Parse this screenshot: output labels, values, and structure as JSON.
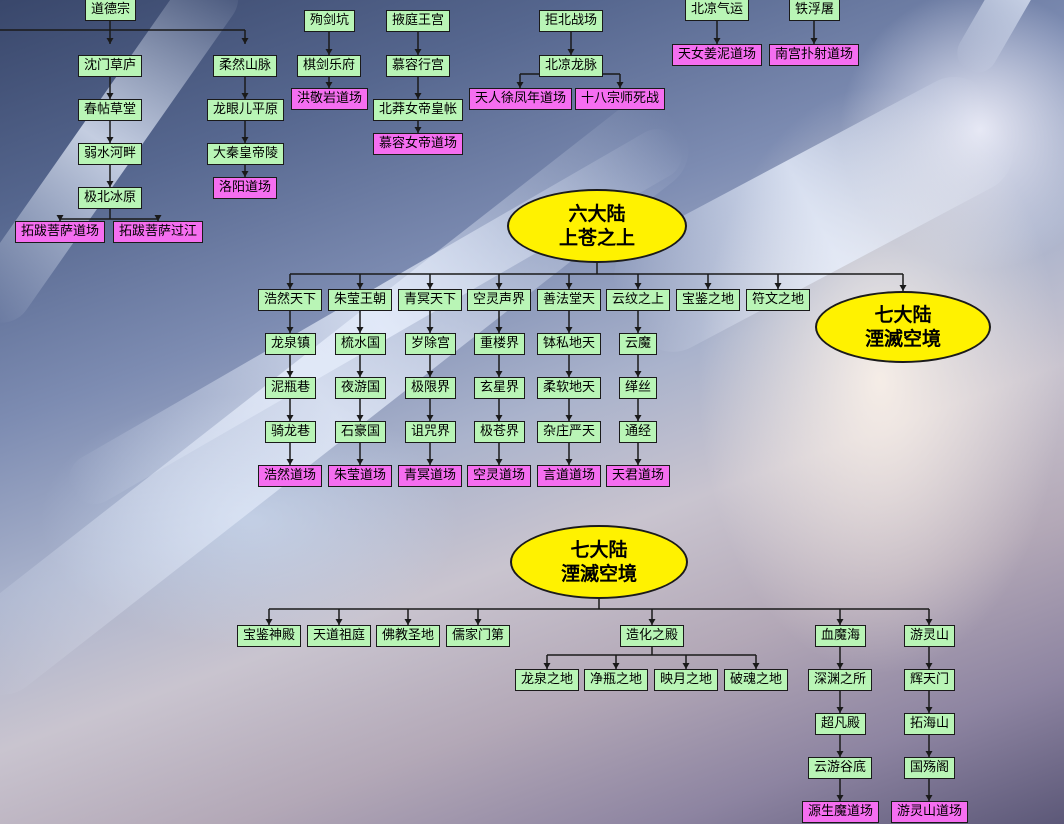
{
  "colors": {
    "node_fill": "#b9f5b6",
    "leaf_fill": "#f56ef0",
    "ellipse_fill": "#fff200",
    "line": "#1a1a1a"
  },
  "ellipses": [
    {
      "id": "e6",
      "line1": "六大陆",
      "line2": "上苍之上"
    },
    {
      "id": "e7a",
      "line1": "七大陆",
      "line2": "湮滅空境"
    },
    {
      "id": "e7b",
      "line1": "七大陆",
      "line2": "湮滅空境"
    }
  ],
  "top": {
    "daodezong": "道德宗",
    "col1": [
      "沈门草庐",
      "春帖草堂",
      "弱水河畔",
      "极北冰原"
    ],
    "col1_leaves": [
      "拓跋菩萨道场",
      "拓跋菩萨过江"
    ],
    "col2": [
      "柔然山脉",
      "龙眼儿平原",
      "大秦皇帝陵"
    ],
    "col2_leaf": "洛阳道场",
    "col3": [
      "殉剑坑",
      "棋剑乐府"
    ],
    "col3_leaf": "洪敬岩道场",
    "col4": [
      "掖庭王宫",
      "慕容行宫",
      "北莽女帝皇帐"
    ],
    "col4_leaf": "慕容女帝道场",
    "col5": [
      "拒北战场",
      "北凉龙脉"
    ],
    "col5_leaves": [
      "天人徐凤年道场",
      "十八宗师死战"
    ],
    "col6": "北凉气运",
    "col6_leaf": "天女姜泥道场",
    "col7": "铁浮屠",
    "col7_leaf": "南宫扑射道场"
  },
  "six": {
    "columns": [
      {
        "head": "浩然天下",
        "items": [
          "龙泉镇",
          "泥瓶巷",
          "骑龙巷"
        ],
        "leaf": "浩然道场"
      },
      {
        "head": "朱莹王朝",
        "items": [
          "梳水国",
          "夜游国",
          "石豪国"
        ],
        "leaf": "朱莹道场"
      },
      {
        "head": "青冥天下",
        "items": [
          "岁除宫",
          "极限界",
          "诅咒界"
        ],
        "leaf": "青冥道场"
      },
      {
        "head": "空灵声界",
        "items": [
          "重楼界",
          "玄星界",
          "极苍界"
        ],
        "leaf": "空灵道场"
      },
      {
        "head": "善法堂天",
        "items": [
          "钵私地天",
          "柔软地天",
          "杂庄严天"
        ],
        "leaf": "言道道场"
      },
      {
        "head": "云纹之上",
        "items": [
          "云魔",
          "缂丝",
          "通经"
        ],
        "leaf": "天君道场"
      },
      {
        "head": "宝鉴之地",
        "items": [],
        "leaf": ""
      },
      {
        "head": "符文之地",
        "items": [],
        "leaf": ""
      }
    ]
  },
  "seven": {
    "heads": [
      "宝鉴神殿",
      "天道祖庭",
      "佛教圣地",
      "儒家门第"
    ],
    "zaohua": "造化之殿",
    "zaohua_children": [
      "龙泉之地",
      "净瓶之地",
      "映月之地",
      "破魂之地"
    ],
    "xuemo": [
      "血魔海",
      "深渊之所",
      "超凡殿",
      "云游谷底"
    ],
    "xuemo_leaf": "源生魔道场",
    "youling": [
      "游灵山",
      "辉天门",
      "拓海山",
      "国殇阁"
    ],
    "youling_leaf": "游灵山道场"
  }
}
